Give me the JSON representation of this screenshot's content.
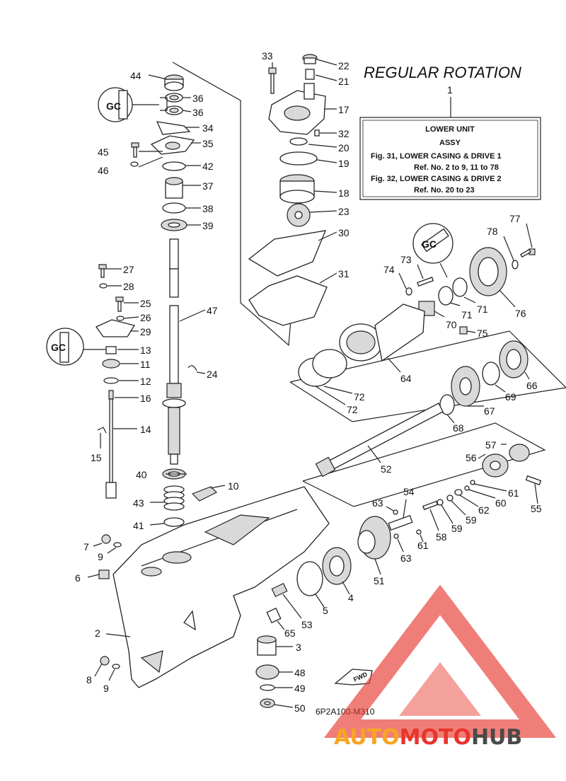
{
  "title": "REGULAR ROTATION",
  "title_ref": "1",
  "info_box": {
    "line1": "LOWER UNIT",
    "line2": "ASSY",
    "line3": "Fig. 31, LOWER CASING & DRIVE 1",
    "line4": "Ref. No. 2 to 9, 11 to 78",
    "line5": "Fig. 32, LOWER CASING & DRIVE 2",
    "line6": "Ref. No. 20 to 23"
  },
  "drawing_code": "6P2A100-M310",
  "fwd_label": "FWD",
  "watermark": {
    "part1": "AUTO",
    "part2": "MOTO",
    "part3": "HUB"
  },
  "colors": {
    "watermark_orange": "#f6a623",
    "watermark_red": "#e8352c",
    "watermark_gray": "#4a4a4a"
  },
  "callouts": [
    {
      "id": "c44",
      "label": "44"
    },
    {
      "id": "c36a",
      "label": "36"
    },
    {
      "id": "c36b",
      "label": "36"
    },
    {
      "id": "c34",
      "label": "34"
    },
    {
      "id": "c35",
      "label": "35"
    },
    {
      "id": "c45",
      "label": "45"
    },
    {
      "id": "c46",
      "label": "46"
    },
    {
      "id": "c42",
      "label": "42"
    },
    {
      "id": "c37",
      "label": "37"
    },
    {
      "id": "c38",
      "label": "38"
    },
    {
      "id": "c39",
      "label": "39"
    },
    {
      "id": "c27",
      "label": "27"
    },
    {
      "id": "c28",
      "label": "28"
    },
    {
      "id": "c25",
      "label": "25"
    },
    {
      "id": "c26",
      "label": "26"
    },
    {
      "id": "c29",
      "label": "29"
    },
    {
      "id": "c13",
      "label": "13"
    },
    {
      "id": "c11",
      "label": "11"
    },
    {
      "id": "c12",
      "label": "12"
    },
    {
      "id": "c16",
      "label": "16"
    },
    {
      "id": "c14",
      "label": "14"
    },
    {
      "id": "c15",
      "label": "15"
    },
    {
      "id": "c47",
      "label": "47"
    },
    {
      "id": "c24",
      "label": "24"
    },
    {
      "id": "c40",
      "label": "40"
    },
    {
      "id": "c10",
      "label": "10"
    },
    {
      "id": "c43",
      "label": "43"
    },
    {
      "id": "c41",
      "label": "41"
    },
    {
      "id": "c7",
      "label": "7"
    },
    {
      "id": "c9a",
      "label": "9"
    },
    {
      "id": "c6",
      "label": "6"
    },
    {
      "id": "c2",
      "label": "2"
    },
    {
      "id": "c8",
      "label": "8"
    },
    {
      "id": "c9b",
      "label": "9"
    },
    {
      "id": "c33",
      "label": "33"
    },
    {
      "id": "c22",
      "label": "22"
    },
    {
      "id": "c21",
      "label": "21"
    },
    {
      "id": "c17",
      "label": "17"
    },
    {
      "id": "c32",
      "label": "32"
    },
    {
      "id": "c20",
      "label": "20"
    },
    {
      "id": "c19",
      "label": "19"
    },
    {
      "id": "c18",
      "label": "18"
    },
    {
      "id": "c23",
      "label": "23"
    },
    {
      "id": "c30",
      "label": "30"
    },
    {
      "id": "c31",
      "label": "31"
    },
    {
      "id": "c77",
      "label": "77"
    },
    {
      "id": "c78",
      "label": "78"
    },
    {
      "id": "c73",
      "label": "73"
    },
    {
      "id": "c74",
      "label": "74"
    },
    {
      "id": "c71a",
      "label": "71"
    },
    {
      "id": "c71b",
      "label": "71"
    },
    {
      "id": "c76",
      "label": "76"
    },
    {
      "id": "c70",
      "label": "70"
    },
    {
      "id": "c75",
      "label": "75"
    },
    {
      "id": "c64",
      "label": "64"
    },
    {
      "id": "c72a",
      "label": "72"
    },
    {
      "id": "c72b",
      "label": "72"
    },
    {
      "id": "c66",
      "label": "66"
    },
    {
      "id": "c69",
      "label": "69"
    },
    {
      "id": "c67",
      "label": "67"
    },
    {
      "id": "c68",
      "label": "68"
    },
    {
      "id": "c52",
      "label": "52"
    },
    {
      "id": "c57",
      "label": "57"
    },
    {
      "id": "c56",
      "label": "56"
    },
    {
      "id": "c61a",
      "label": "61"
    },
    {
      "id": "c55",
      "label": "55"
    },
    {
      "id": "c60",
      "label": "60"
    },
    {
      "id": "c62",
      "label": "62"
    },
    {
      "id": "c59a",
      "label": "59"
    },
    {
      "id": "c59b",
      "label": "59"
    },
    {
      "id": "c58",
      "label": "58"
    },
    {
      "id": "c54",
      "label": "54"
    },
    {
      "id": "c63a",
      "label": "63"
    },
    {
      "id": "c63b",
      "label": "63"
    },
    {
      "id": "c61b",
      "label": "61"
    },
    {
      "id": "c51",
      "label": "51"
    },
    {
      "id": "c4",
      "label": "4"
    },
    {
      "id": "c5",
      "label": "5"
    },
    {
      "id": "c53",
      "label": "53"
    },
    {
      "id": "c65",
      "label": "65"
    },
    {
      "id": "c3",
      "label": "3"
    },
    {
      "id": "c48",
      "label": "48"
    },
    {
      "id": "c49",
      "label": "49"
    },
    {
      "id": "c50",
      "label": "50"
    }
  ]
}
